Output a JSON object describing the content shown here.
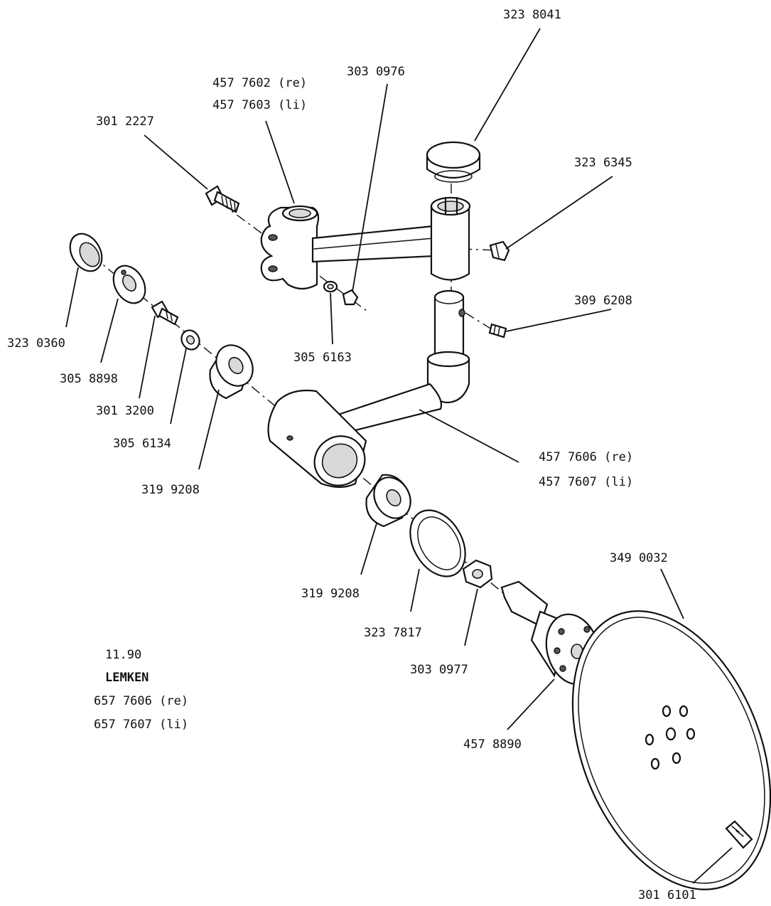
{
  "labels": {
    "cap_top": "323 8041",
    "bracket_re": "457 7602 (re)",
    "bracket_li": "457 7603 (li)",
    "nut_small": "303 0976",
    "bolt_top": "301 2227",
    "plug": "323 6345",
    "pin": "309 6208",
    "dust_cap": "323 0360",
    "retainer": "305 8898",
    "bolt_small": "301 3200",
    "washer_small": "305 6163",
    "washer": "305 6134",
    "bearing_left": "319 9208",
    "arm_re": "457 7606 (re)",
    "arm_li": "457 7607 (li)",
    "bearing_right": "319 9208",
    "seal": "323 7817",
    "nut_hub": "303 0977",
    "disc": "349 0032",
    "hub": "457 8890",
    "bolt_disc": "301 6101"
  },
  "notes": {
    "date": "11.90",
    "brand": "LEMKEN",
    "assembly_re": "657 7606 (re)",
    "assembly_li": "657 7607 (li)"
  }
}
